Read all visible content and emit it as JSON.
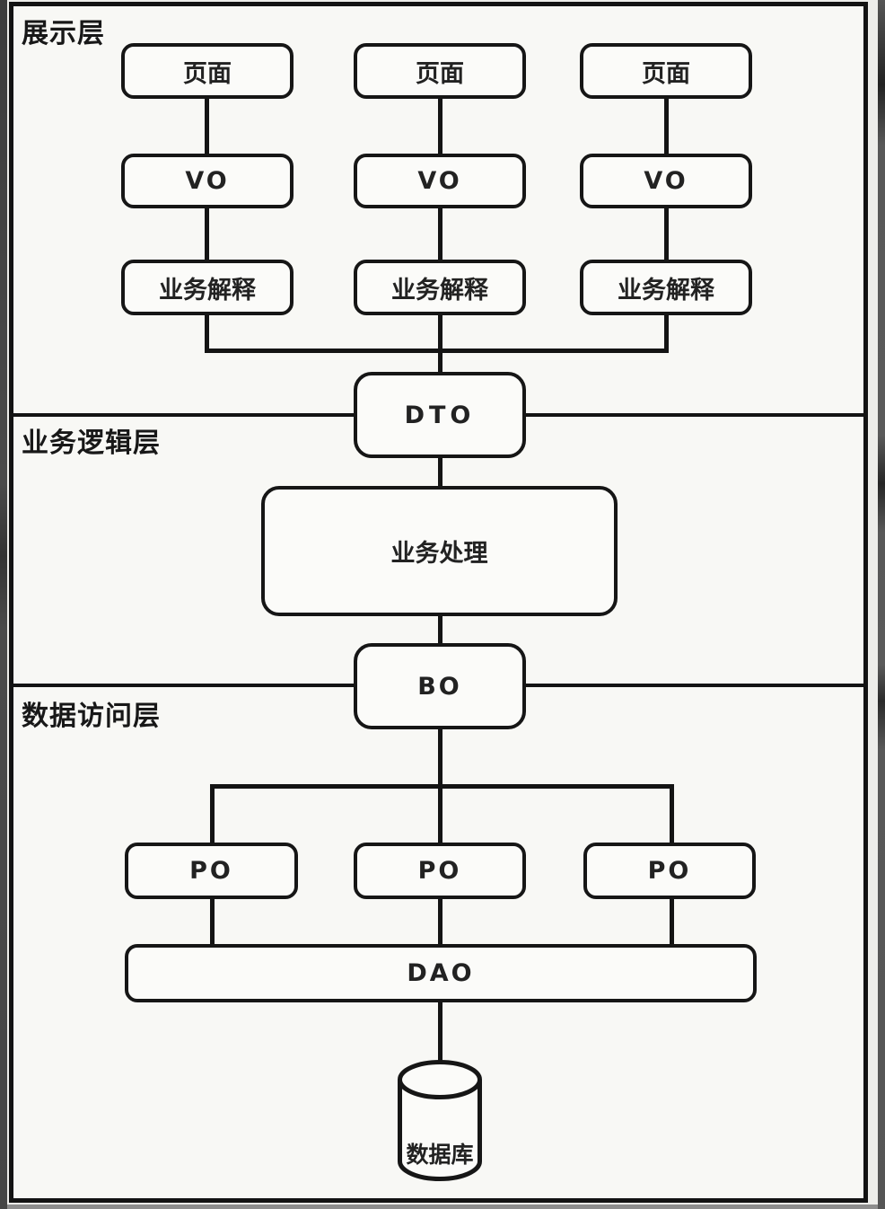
{
  "colors": {
    "line": "#141414",
    "box_fill": "#fbfbf9",
    "canvas_background": "#f8f8f5",
    "edge_strip": "#4a4a4a"
  },
  "layers": {
    "presentation": {
      "label": "展示层",
      "columns": [
        {
          "page": "页面",
          "vo": "VO",
          "interpret": "业务解释"
        },
        {
          "page": "页面",
          "vo": "VO",
          "interpret": "业务解释"
        },
        {
          "page": "页面",
          "vo": "VO",
          "interpret": "业务解释"
        }
      ],
      "dto": "DTO"
    },
    "business_logic": {
      "label": "业务逻辑层",
      "process": "业务处理",
      "bo": "BO"
    },
    "data_access": {
      "label": "数据访问层",
      "po": [
        "PO",
        "PO",
        "PO"
      ],
      "dao": "DAO",
      "database": "数据库"
    }
  }
}
